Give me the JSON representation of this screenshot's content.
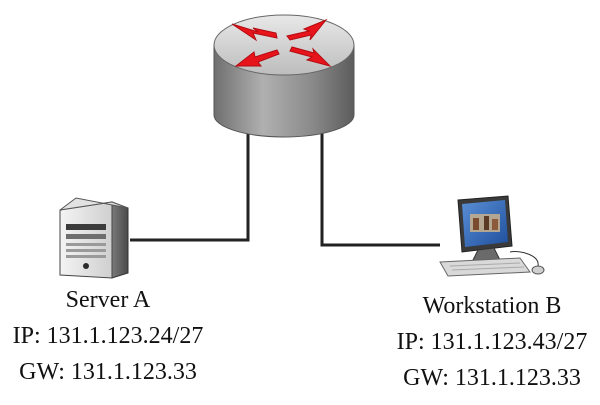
{
  "diagram": {
    "nodes": {
      "router": {
        "icon": "router-icon"
      },
      "server": {
        "name": "Server A",
        "ip": "IP: 131.1.123.24/27",
        "gw": "GW: 131.1.123.33",
        "icon": "server-tower-icon"
      },
      "workstation": {
        "name": "Workstation B",
        "ip": "IP: 131.1.123.43/27",
        "gw": "GW: 131.1.123.33",
        "icon": "workstation-computer-icon"
      }
    },
    "links": [
      {
        "from": "router",
        "to": "server"
      },
      {
        "from": "router",
        "to": "workstation"
      }
    ],
    "colors": {
      "router_arrows": "#e8141b",
      "router_body": "#8f8f8f",
      "router_top": "#d2d2d2",
      "link_line": "#222222"
    }
  }
}
